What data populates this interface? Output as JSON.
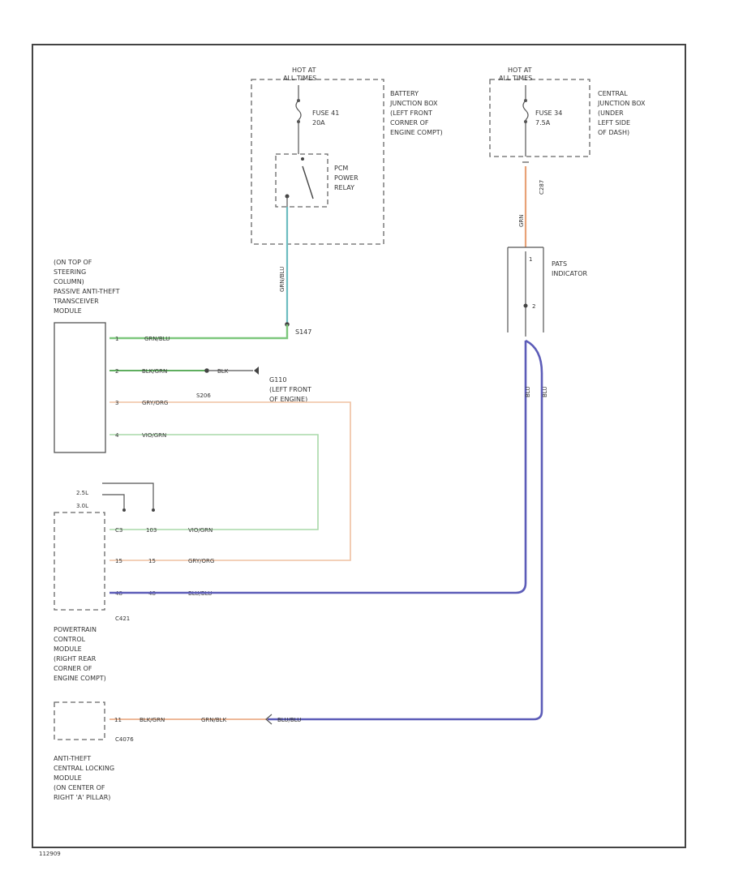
{
  "power_left": {
    "hot_at": "HOT AT",
    "hot_at_2": "ALL TIMES",
    "fuse": "FUSE 41",
    "fuse_rating": "20A",
    "relay": [
      "PCM",
      "POWER",
      "RELAY"
    ],
    "location": [
      "BATTERY",
      "JUNCTION BOX",
      "(LEFT FRONT",
      "CORNER OF",
      "ENGINE COMPT)"
    ]
  },
  "power_right": {
    "hot_at": "HOT AT",
    "hot_at_2": "ALL TIMES",
    "fuse": "FUSE 34",
    "fuse_rating": "7.5A",
    "location": [
      "CENTRAL",
      "JUNCTION BOX",
      "(UNDER",
      "LEFT SIDE",
      "OF DASH)"
    ],
    "connector": "C287",
    "wire": "GRN",
    "indicator_pin": "1"
  },
  "indicator": {
    "label": [
      "PATS",
      "INDICATOR"
    ],
    "pin2": "2"
  },
  "vertical_wire_left": "GRN/BLU",
  "splice": "S147",
  "transceiver": {
    "label": [
      "(ON TOP OF",
      "STEERING",
      "COLUMN)",
      "PASSIVE ANTI-THEFT",
      "TRANSCEIVER",
      "MODULE"
    ],
    "pins": [
      "1",
      "2",
      "3",
      "4"
    ],
    "wires": [
      "GRN/BLU",
      "BLK/GRN",
      "GRY/ORG",
      "VIO/GRN"
    ]
  },
  "ground": {
    "wire": "BLK",
    "point": "G110",
    "location": [
      "(LEFT FRONT",
      "OF ENGINE)"
    ]
  },
  "splice_s206": "S206",
  "pcm": {
    "engine_labels": [
      "2.5L",
      "3.0L"
    ],
    "pins": [
      "C3",
      "15",
      "48"
    ],
    "pin_nums": [
      "103",
      "15",
      "48"
    ],
    "wires": [
      "VIO/GRN",
      "GRY/ORG",
      "BLU/BLU"
    ],
    "connector": "C421",
    "label": [
      "POWERTRAIN",
      "CONTROL",
      "MODULE",
      "(RIGHT REAR",
      "CORNER OF",
      "ENGINE COMPT)"
    ]
  },
  "indicator_wires": [
    "BLU",
    "BLU"
  ],
  "anti_theft": {
    "pin": "11",
    "wires": [
      "BLK/GRN",
      "GRN/BLK",
      "BLU/BLU"
    ],
    "connector": "C4076",
    "label": [
      "ANTI-THEFT",
      "CENTRAL LOCKING",
      "MODULE",
      "(ON CENTER OF",
      "RIGHT 'A' PILLAR)"
    ]
  },
  "code": "112909",
  "colors": {
    "green": "#7cc77c",
    "green_dark": "#5fae5f",
    "green_light": "#a9d9a9",
    "orange": "#e8a277",
    "orange_light": "#efc0a0",
    "blue": "#5c5cb8",
    "teal": "#6cbcc0"
  }
}
